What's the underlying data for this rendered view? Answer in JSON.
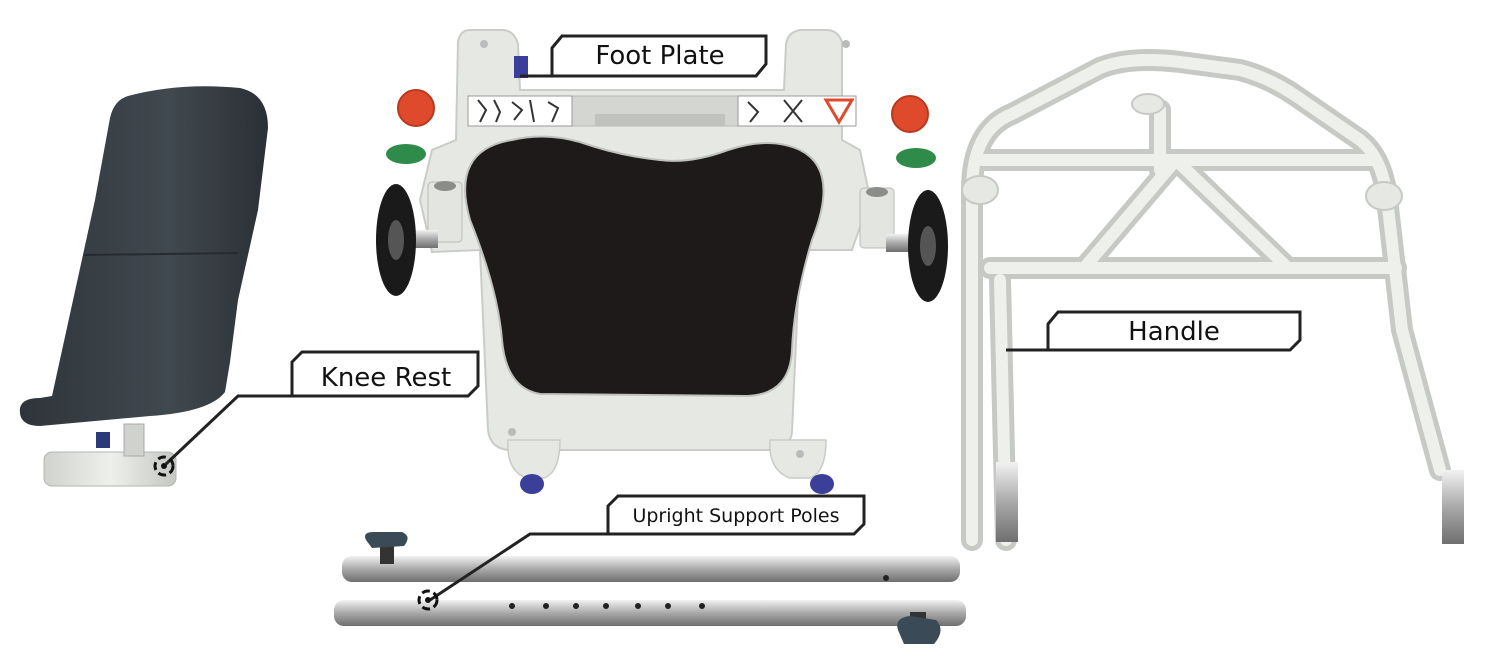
{
  "labels": {
    "foot_plate": "Foot Plate",
    "handle": "Handle",
    "knee_rest": "Knee Rest",
    "upright_support_poles": "Upright Support Poles"
  },
  "colors": {
    "frame": "#e6e8e4",
    "frame_shade": "#c9ccc7",
    "pad": "#1e1a1a",
    "knee_rest": "#3b4248",
    "metal": "#b8b8b8",
    "red_button": "#e04a2c",
    "green_button": "#2e8b4a",
    "wheel": "#1a1a1a",
    "callout_line": "#222222"
  }
}
